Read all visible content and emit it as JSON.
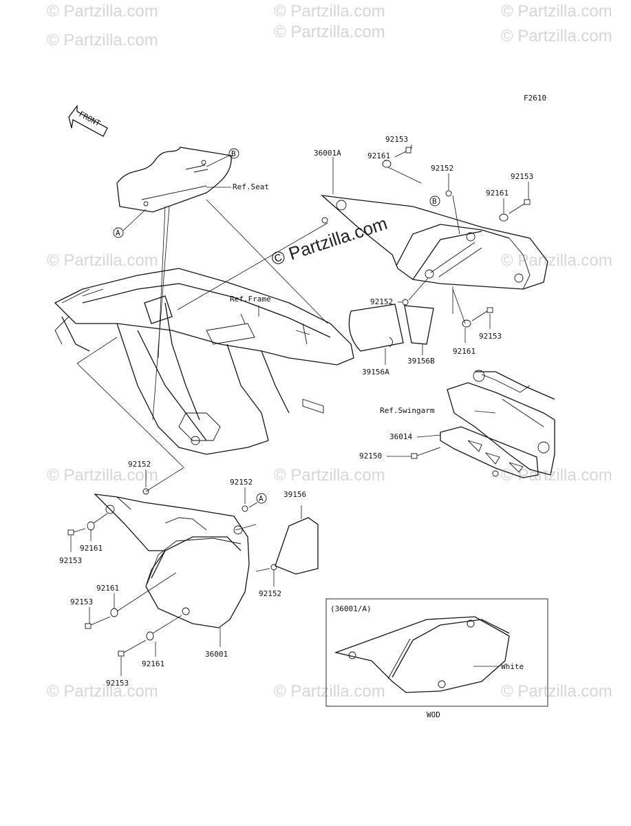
{
  "diagram_code": "F2610",
  "front_label": "FRONT",
  "watermark": "© Partzilla.com",
  "watermark_center": "© Partzilla.com",
  "refs": {
    "seat": "Ref.Seat",
    "frame": "Ref.Frame",
    "swingarm": "Ref.Swingarm"
  },
  "callouts": {
    "a": "A",
    "b": "B"
  },
  "part_labels": {
    "p36001A": "36001A",
    "p92161_top": "92161",
    "p92153_top": "92153",
    "p92152_top": "92152",
    "p92153_right": "92153",
    "p92161_right": "92161",
    "p92152_mid": "92152",
    "p92161_lower_right": "92161",
    "p92153_lower_right": "92153",
    "p39156A": "39156A",
    "p39156B": "39156B",
    "p36014": "36014",
    "p92150": "92150",
    "p92152_left": "92152",
    "p92152_center": "92152",
    "p39156": "39156",
    "p92161_left": "92161",
    "p92153_left": "92153",
    "p92161_left2": "92161",
    "p92153_left2": "92153",
    "p92152_bottom": "92152",
    "p92161_bottom": "92161",
    "p92153_bottom": "92153",
    "p36001": "36001"
  },
  "inset": {
    "title": "(36001/A)",
    "color_label": "White",
    "footer": "WOD"
  }
}
